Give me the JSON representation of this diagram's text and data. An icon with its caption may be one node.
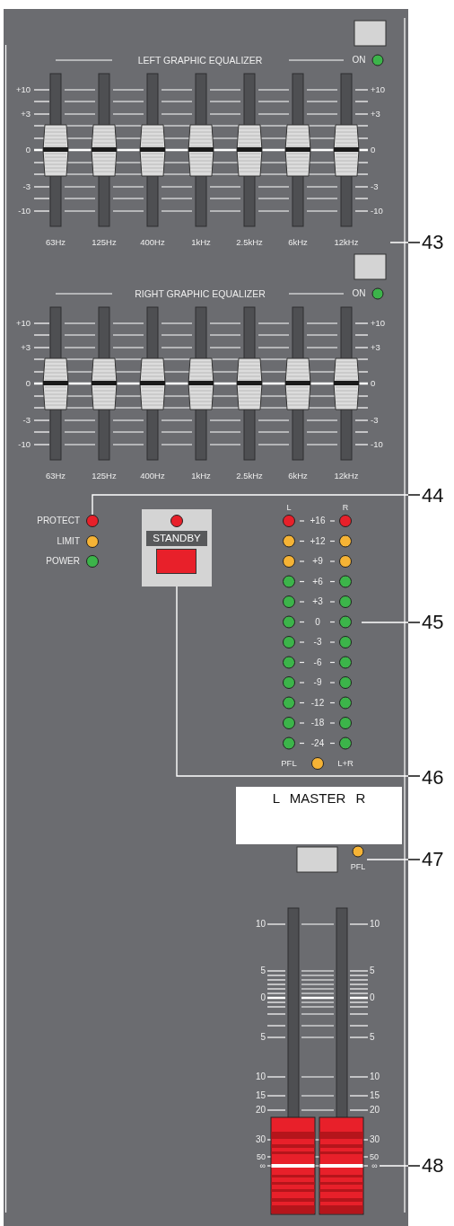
{
  "diagram": {
    "nodes": [
      {
        "text": [
          "43"
        ]
      },
      {
        "text": [
          "44"
        ]
      },
      {
        "text": [],
        "shape": "circle"
      },
      {
        "text": [
          "45"
        ]
      },
      {
        "text": [
          "STANDBY"
        ]
      },
      {
        "text": [
          "46"
        ]
      },
      {
        "text": [
          "L MASTER R"
        ]
      },
      {
        "text": [
          "47"
        ]
      },
      {
        "text": [
          "48"
        ]
      },
      {
        "text": [
          "PFL"
        ]
      },
      {
        "text": [
          "∞"
        ]
      }
    ],
    "edges": [
      {
        "from": 0,
        "to": null,
        "arrow": "none"
      },
      {
        "from": 1,
        "to": 2,
        "arrow": "none"
      },
      {
        "from": 3,
        "to": null,
        "arrow": "none"
      },
      {
        "from": 5,
        "to": 4,
        "arrow": "none"
      },
      {
        "from": 7,
        "to": 9,
        "arrow": "none"
      },
      {
        "from": 8,
        "to": 10,
        "arrow": "none"
      }
    ],
    "labels": [
      "LEFT GRAPHIC EQUALIZER",
      "ON",
      "+10",
      "+10",
      "+3",
      "+3",
      "0",
      "0",
      "-3",
      "-3",
      "-10",
      "-10",
      "63Hz",
      "125Hz",
      "400Hz",
      "1kHz",
      "2.5kHz",
      "6kHz",
      "12kHz",
      "RIGHT GRAPHIC EQUALIZER",
      "ON",
      "+10",
      "+10",
      "+3",
      "+3",
      "0",
      "0",
      "-3",
      "-3",
      "-10",
      "-10",
      "63Hz",
      "125Hz",
      "400Hz",
      "1kHz",
      "2.5kHz",
      "6kHz",
      "12kHz",
      "PROTECT",
      "LIMIT",
      "POWER",
      "L",
      "R",
      "+16",
      "+12",
      "+9",
      "+6",
      "+3",
      "0",
      "-3",
      "-6",
      "-9",
      "-12",
      "-18",
      "-24",
      "PFL",
      "L+R",
      "10",
      "10",
      "5",
      "5",
      "0",
      "0",
      "5",
      "5",
      "10",
      "10",
      "15",
      "15",
      "20",
      "20",
      "30",
      "30",
      "50",
      "50",
      "∞"
    ]
  }
}
